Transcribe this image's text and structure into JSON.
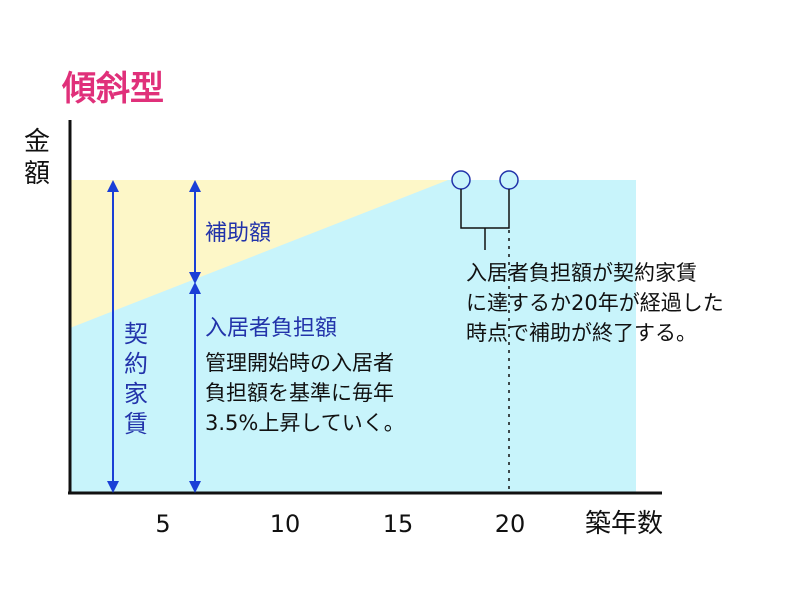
{
  "title": "傾斜型",
  "y_axis_label": "金額",
  "x_axis_label": "築年数",
  "x_ticks": [
    "5",
    "10",
    "15",
    "20"
  ],
  "labels": {
    "contract_rent": "契約家賃",
    "subsidy": "補助額",
    "tenant_burden": "入居者負担額",
    "tenant_description": [
      "管理開始時の入居者",
      "負担額を基準に毎年",
      "3.5%上昇していく。"
    ],
    "end_condition": [
      "入居者負担額が契約家賃",
      "に達するか20年が経過した",
      "時点で補助が終了する。"
    ]
  },
  "colors": {
    "title": "#e0307a",
    "subsidy_area": "#fdf7c8",
    "tenant_area": "#c8f4fb",
    "arrow": "#1a3fd6",
    "label_blue": "#2233aa",
    "axis": "#111111"
  }
}
